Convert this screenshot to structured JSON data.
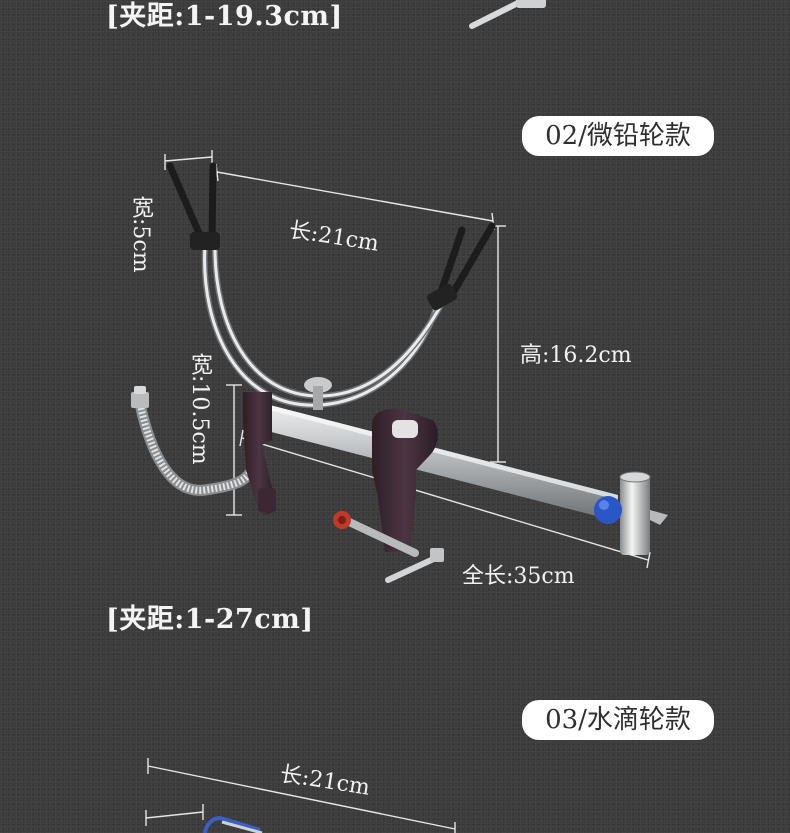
{
  "section1": {
    "clamp_range": "[夹距:1-19.3cm]"
  },
  "section2": {
    "title": "02/微铅轮款",
    "width_top": "宽:5cm",
    "length": "长:21cm",
    "height": "高:16.2cm",
    "width_clamp": "宽:10.5cm",
    "total_length": "全长:35cm",
    "clamp_range": "[夹距:1-27cm]"
  },
  "section3": {
    "title": "03/水滴轮款",
    "length": "长:21cm"
  },
  "colors": {
    "background": "#3b3b3c",
    "pill": "#ffffff",
    "clamp_body": "#4a3340",
    "knob": "#2a57c8",
    "screw_cap": "#c03a2a"
  }
}
